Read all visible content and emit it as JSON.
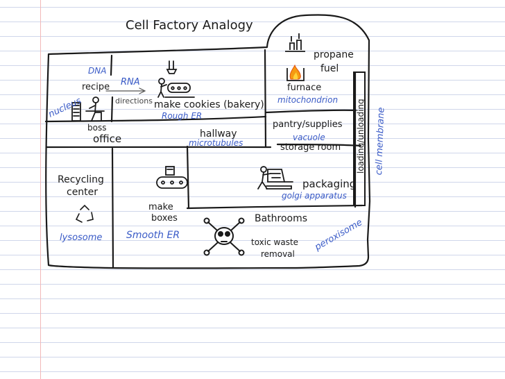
{
  "title": "Cell Factory Analogy",
  "rooms": {
    "office": {
      "labels": [
        "DNA",
        "recipe",
        "boss",
        "office"
      ],
      "organelle": "nucleus",
      "arrow_label": "RNA",
      "arrow_sublabel": "directions"
    },
    "bakery": {
      "label": "make cookies (bakery)",
      "organelle": "Rough ER"
    },
    "furnace": {
      "labels": [
        "propane",
        "fuel",
        "furnace"
      ],
      "organelle": "mitochondrion"
    },
    "hallway": {
      "label": "hallway",
      "organelle": "microtubules"
    },
    "storage": {
      "labels": [
        "pantry/supplies",
        "storage room"
      ],
      "organelle": "vacuole"
    },
    "loading": {
      "label": "loading/unloading",
      "organelle": "cell membrane"
    },
    "recycling": {
      "labels": [
        "Recycling",
        "center"
      ],
      "organelle": "lysosome"
    },
    "boxes": {
      "labels": [
        "make",
        "boxes"
      ],
      "organelle": "Smooth ER"
    },
    "packaging": {
      "label": "packaging",
      "organelle": "golgi apparatus"
    },
    "bathrooms": {
      "labels": [
        "Bathrooms",
        "toxic waste",
        "removal"
      ],
      "organelle": "peroxisome"
    }
  },
  "colors": {
    "ink": "#1a1a1a",
    "pen_blue": "#3a5bc7",
    "rule_line": "#cfd6ea",
    "margin_line": "#f2b8b8",
    "flame": "#f59a12"
  },
  "icons": [
    "computer-desk-icon",
    "conveyor-belt-icon",
    "factory-chimney-icon",
    "fire-icon",
    "forklift-icon",
    "recycle-icon",
    "skull-crossbones-icon"
  ]
}
